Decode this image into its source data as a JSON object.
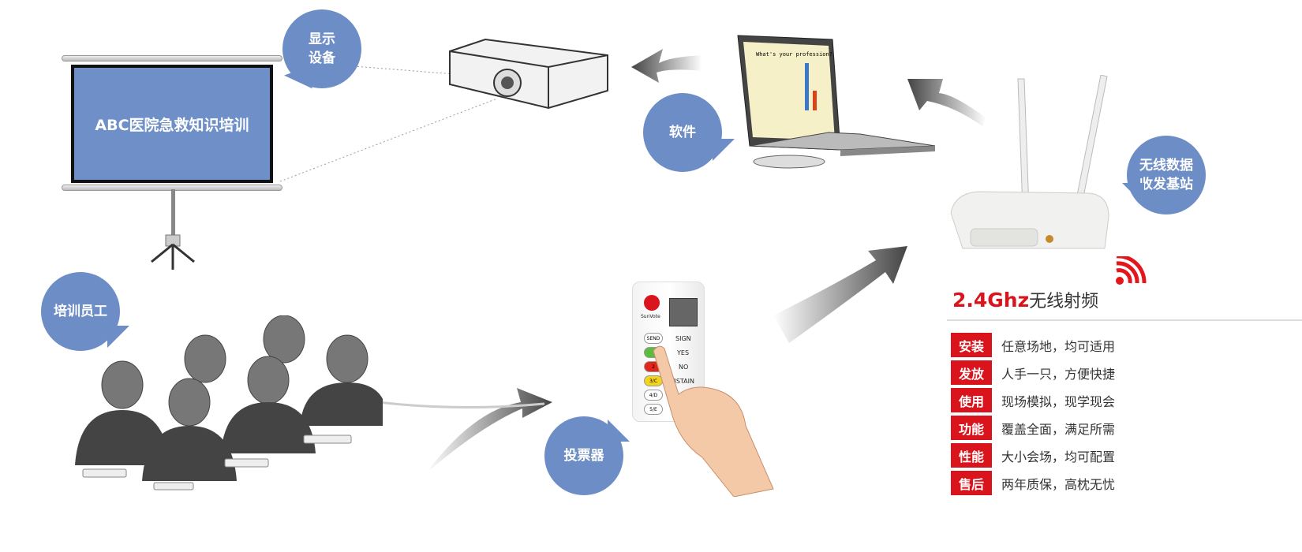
{
  "screen": {
    "text": "ABC医院急救知识培训"
  },
  "bubbles": {
    "display": "显示\n设备",
    "display_l1": "显示",
    "display_l2": "设备",
    "software": "软件",
    "base_l1": "无线数据",
    "base_l2": "收发基站",
    "staff": "培训员工",
    "voter": "投票器"
  },
  "laptop": {
    "question": "What's your profession?"
  },
  "remote": {
    "brand": "SunVote",
    "buttons": [
      "SEND",
      "",
      "2",
      "3/C",
      "4/D",
      "5/E"
    ],
    "labels": [
      "SIGN",
      "YES",
      "NO",
      "ABSTAIN"
    ]
  },
  "panel": {
    "title_red": "2.4Ghz",
    "title_rest": "无线射频",
    "rows": [
      {
        "tag": "安装",
        "text": "任意场地，均可适用"
      },
      {
        "tag": "发放",
        "text": "人手一只，方便快捷"
      },
      {
        "tag": "使用",
        "text": "现场模拟，现学现会"
      },
      {
        "tag": "功能",
        "text": "覆盖全面，满足所需"
      },
      {
        "tag": "性能",
        "text": "大小会场，均可配置"
      },
      {
        "tag": "售后",
        "text": "两年质保，高枕无忧"
      }
    ]
  },
  "colors": {
    "accent": "#d9141c",
    "bubble": "#6d8dc6",
    "screen": "#6e8fc8"
  }
}
